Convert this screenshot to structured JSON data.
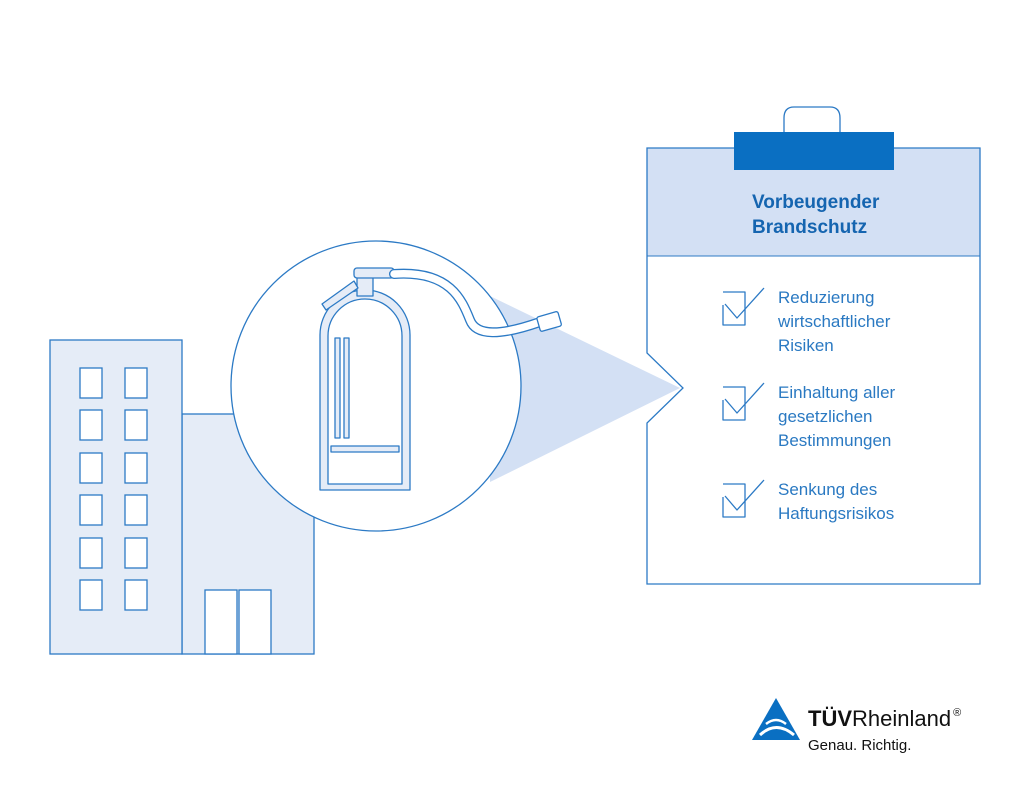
{
  "board": {
    "title_line1": "Vorbeugender",
    "title_line2": "Brandschutz",
    "items": [
      {
        "lines": [
          "Reduzierung",
          "wirtschaftlicher",
          "Risiken"
        ]
      },
      {
        "lines": [
          "Einhaltung aller",
          "gesetzlichen",
          "Bestimmungen"
        ]
      },
      {
        "lines": [
          "Senkung des",
          "Haftungsrisikos"
        ]
      }
    ]
  },
  "logo": {
    "name_bold": "TÜV",
    "name_regular": "Rheinland",
    "registered": "®",
    "tagline": "Genau. Richtig."
  },
  "colors": {
    "accent": "#0a6fc2",
    "outline": "#2c7ac5",
    "fill_light": "#e5ecf7",
    "fill_medium": "#d3e0f4",
    "text": "#1565b0"
  },
  "icons": [
    "building-illustration",
    "fire-extinguisher-icon",
    "clipboard-icon",
    "checkmark-icon",
    "tuv-triangle-logo-icon"
  ]
}
